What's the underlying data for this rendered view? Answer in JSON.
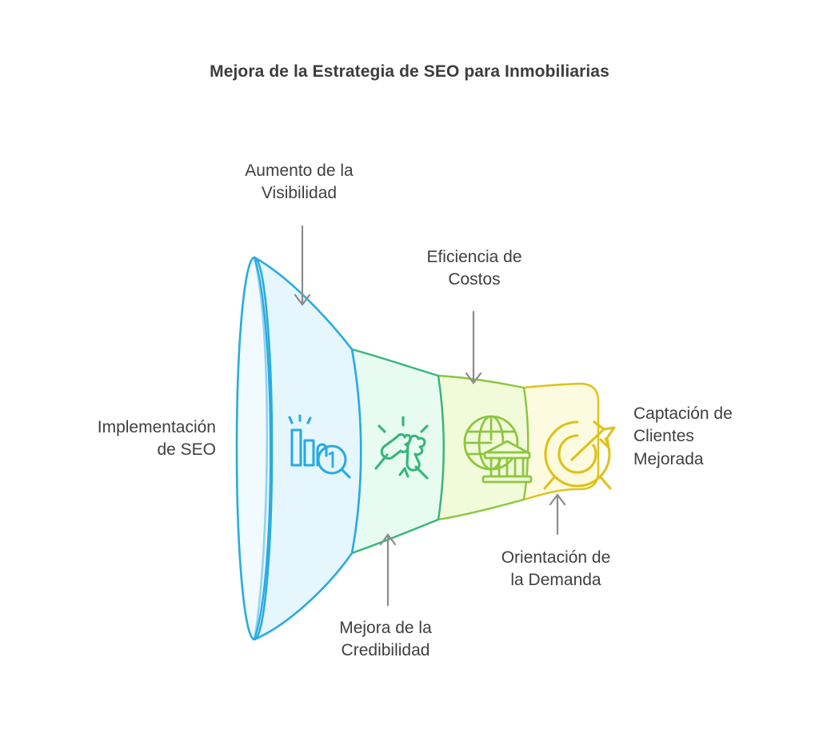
{
  "title": "Mejora de la Estrategia de SEO para Inmobiliarias",
  "diagram": {
    "type": "funnel",
    "orientation": "horizontal",
    "segment_count": 4,
    "background": "#ffffff",
    "text_color": "#3f3f3f",
    "title_color": "#3d3d3d",
    "arrow_color": "#8c8c8c"
  },
  "segments": [
    {
      "name": "visibilidad",
      "stroke": "#29abe2",
      "fill": "#e6f6fd",
      "icon": "bar-chart-rank-search-icon",
      "icon_label": "Gráfico de barras con lupa y posición 1"
    },
    {
      "name": "credibilidad",
      "stroke": "#34b77c",
      "fill": "#e8fbf0",
      "icon": "fist-bump-icon",
      "icon_label": "Choque de puños"
    },
    {
      "name": "demanda",
      "stroke": "#8cc63f",
      "fill": "#f2fbd9",
      "icon": "globe-bank-icon",
      "icon_label": "Globo terráqueo con edificio institucional"
    },
    {
      "name": "captacion",
      "stroke": "#dfc11a",
      "fill": "#fdfbdf",
      "icon": "target-arrow-icon",
      "icon_label": "Diana con flecha"
    }
  ],
  "callouts": {
    "top_1": {
      "text": "Aumento de la\nVisibilidad",
      "arrow": "down"
    },
    "top_2": {
      "text": "Eficiencia de\nCostos",
      "arrow": "down"
    },
    "left": {
      "text": "Implementación\nde SEO",
      "arrow": "none"
    },
    "right": {
      "text": "Captación de\nClientes\nMejorada",
      "arrow": "none"
    },
    "bottom_1": {
      "text": "Mejora de la\nCredibilidad",
      "arrow": "up"
    },
    "bottom_2": {
      "text": "Orientación de\nla Demanda",
      "arrow": "up"
    }
  }
}
